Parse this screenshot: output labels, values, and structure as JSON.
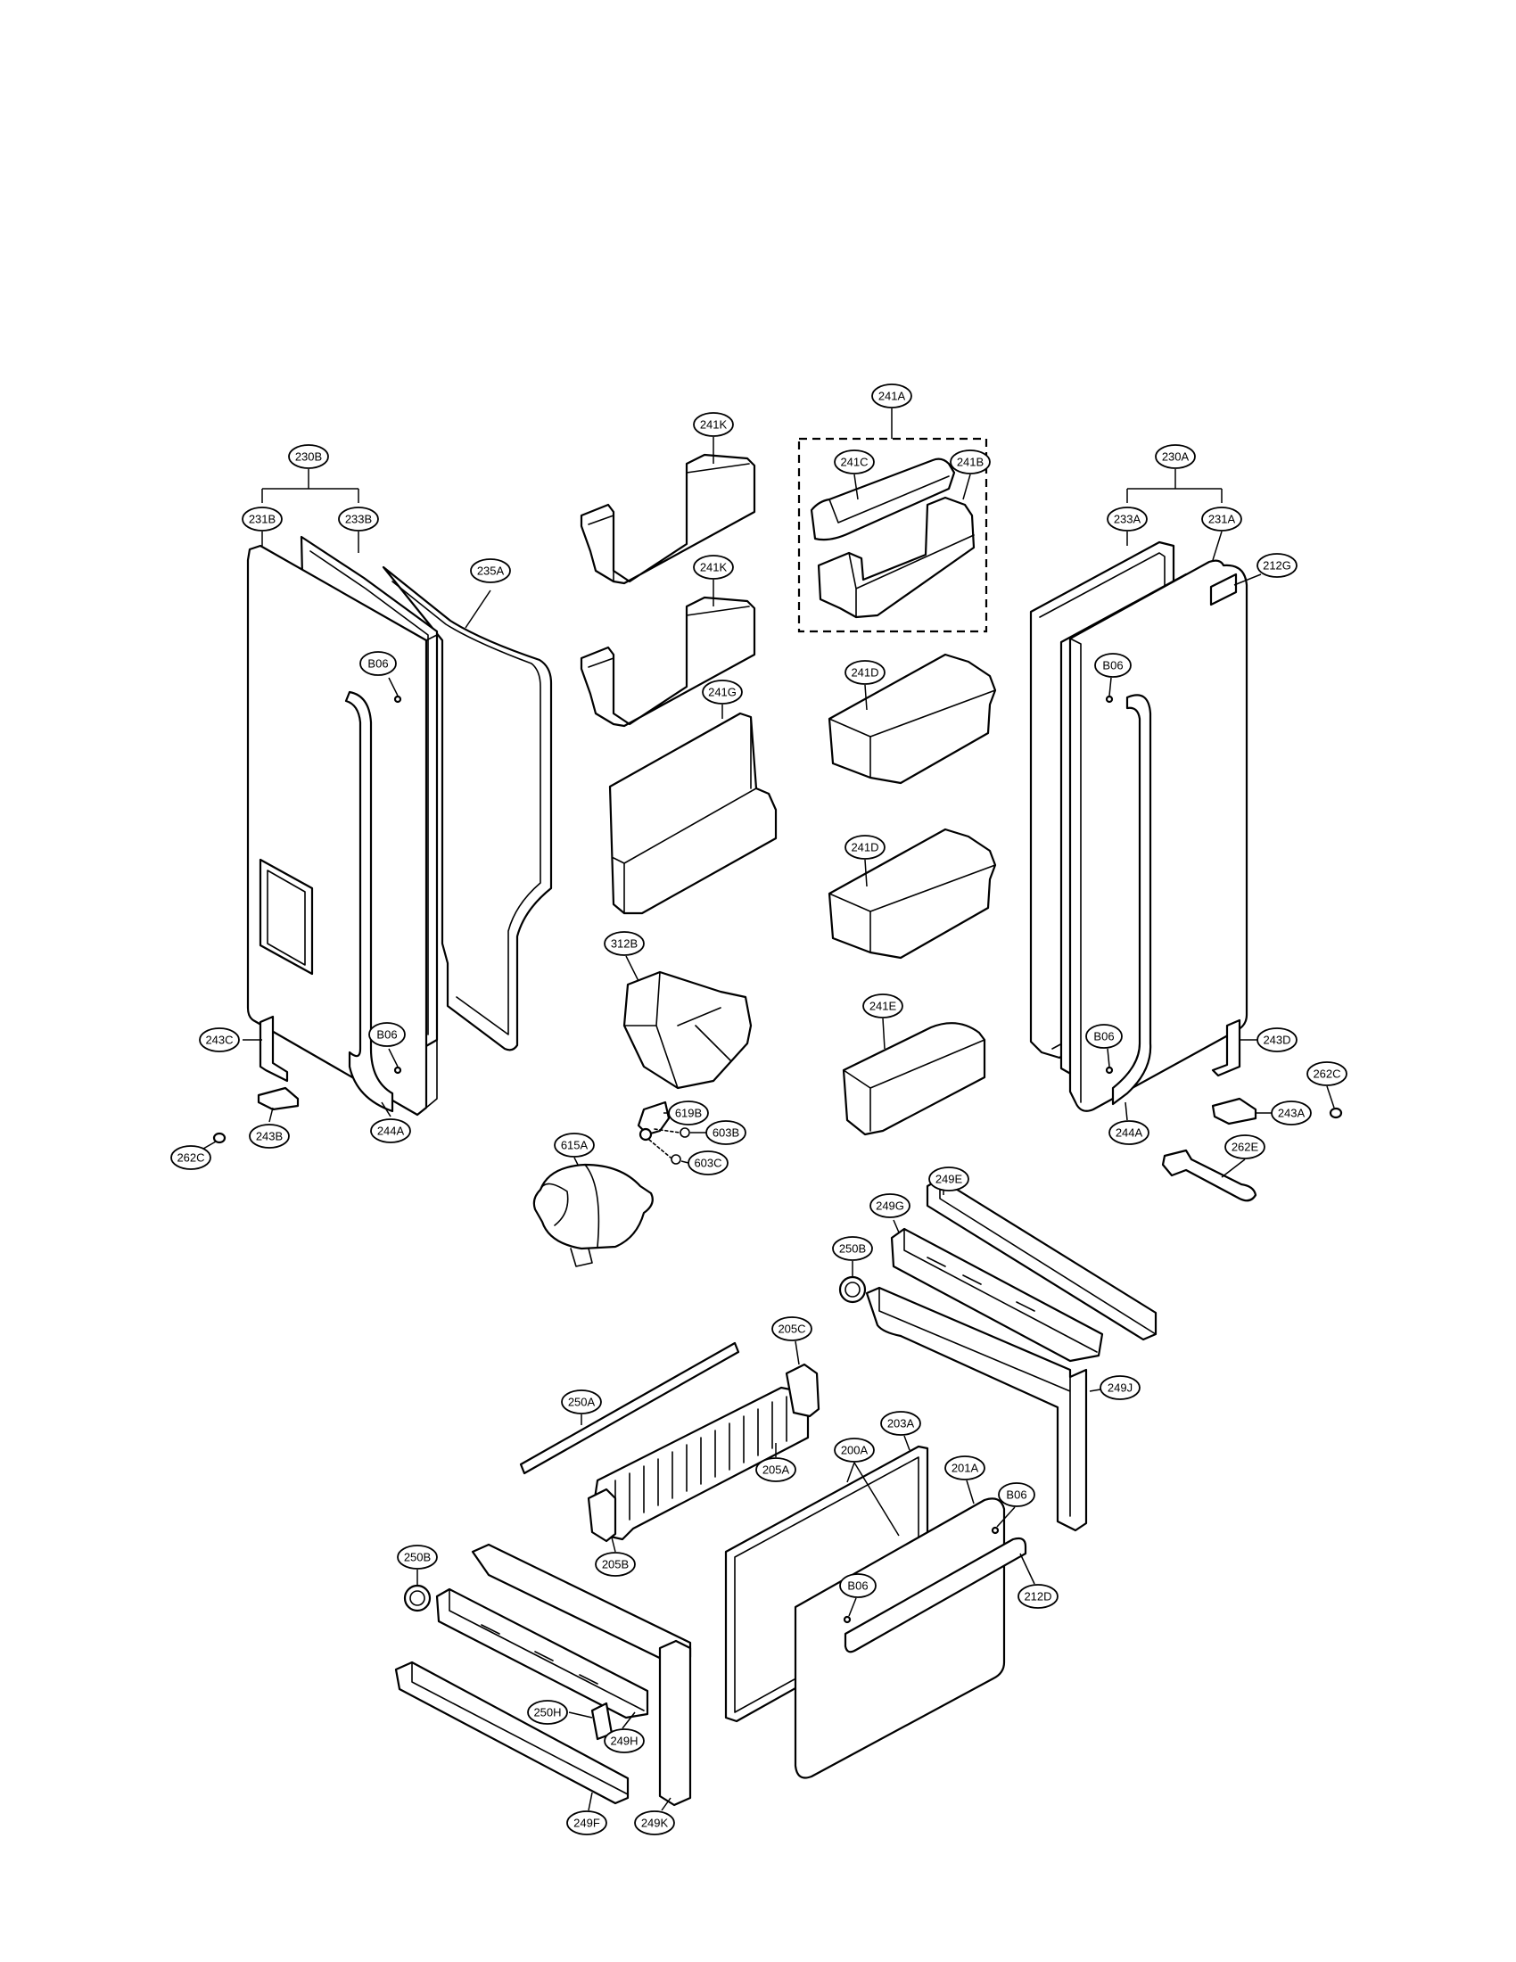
{
  "diagram": {
    "background": "#ffffff",
    "ink": "#000000",
    "callouts": [
      {
        "id": "241A",
        "label": "241A"
      },
      {
        "id": "241K-top",
        "label": "241K"
      },
      {
        "id": "241K-mid",
        "label": "241K"
      },
      {
        "id": "241C",
        "label": "241C"
      },
      {
        "id": "241B",
        "label": "241B"
      },
      {
        "id": "230B",
        "label": "230B"
      },
      {
        "id": "231B",
        "label": "231B"
      },
      {
        "id": "233B",
        "label": "233B"
      },
      {
        "id": "235A",
        "label": "235A"
      },
      {
        "id": "B06-left-top",
        "label": "B06"
      },
      {
        "id": "B06-left-bottom",
        "label": "B06"
      },
      {
        "id": "243C",
        "label": "243C"
      },
      {
        "id": "243B",
        "label": "243B"
      },
      {
        "id": "244A-left",
        "label": "244A"
      },
      {
        "id": "262C-left",
        "label": "262C"
      },
      {
        "id": "230A",
        "label": "230A"
      },
      {
        "id": "233A",
        "label": "233A"
      },
      {
        "id": "231A",
        "label": "231A"
      },
      {
        "id": "212G",
        "label": "212G"
      },
      {
        "id": "B06-right-top",
        "label": "B06"
      },
      {
        "id": "B06-right-bottom",
        "label": "B06"
      },
      {
        "id": "243D",
        "label": "243D"
      },
      {
        "id": "262C-right",
        "label": "262C"
      },
      {
        "id": "243A",
        "label": "243A"
      },
      {
        "id": "244A-right",
        "label": "244A"
      },
      {
        "id": "262E",
        "label": "262E"
      },
      {
        "id": "241G",
        "label": "241G"
      },
      {
        "id": "241D-top",
        "label": "241D"
      },
      {
        "id": "241D-mid",
        "label": "241D"
      },
      {
        "id": "241E",
        "label": "241E"
      },
      {
        "id": "312B",
        "label": "312B"
      },
      {
        "id": "619B",
        "label": "619B"
      },
      {
        "id": "603B",
        "label": "603B"
      },
      {
        "id": "603C",
        "label": "603C"
      },
      {
        "id": "615A",
        "label": "615A"
      },
      {
        "id": "249E",
        "label": "249E"
      },
      {
        "id": "249G",
        "label": "249G"
      },
      {
        "id": "250B-top",
        "label": "250B"
      },
      {
        "id": "249J",
        "label": "249J"
      },
      {
        "id": "205C",
        "label": "205C"
      },
      {
        "id": "250A",
        "label": "250A"
      },
      {
        "id": "205A",
        "label": "205A"
      },
      {
        "id": "205B",
        "label": "205B"
      },
      {
        "id": "203A",
        "label": "203A"
      },
      {
        "id": "200A",
        "label": "200A"
      },
      {
        "id": "201A",
        "label": "201A"
      },
      {
        "id": "B06-drawer-right",
        "label": "B06"
      },
      {
        "id": "B06-drawer",
        "label": "B06"
      },
      {
        "id": "212D",
        "label": "212D"
      },
      {
        "id": "250B-bottom",
        "label": "250B"
      },
      {
        "id": "250H",
        "label": "250H"
      },
      {
        "id": "249H",
        "label": "249H"
      },
      {
        "id": "249F",
        "label": "249F"
      },
      {
        "id": "249K",
        "label": "249K"
      }
    ]
  }
}
